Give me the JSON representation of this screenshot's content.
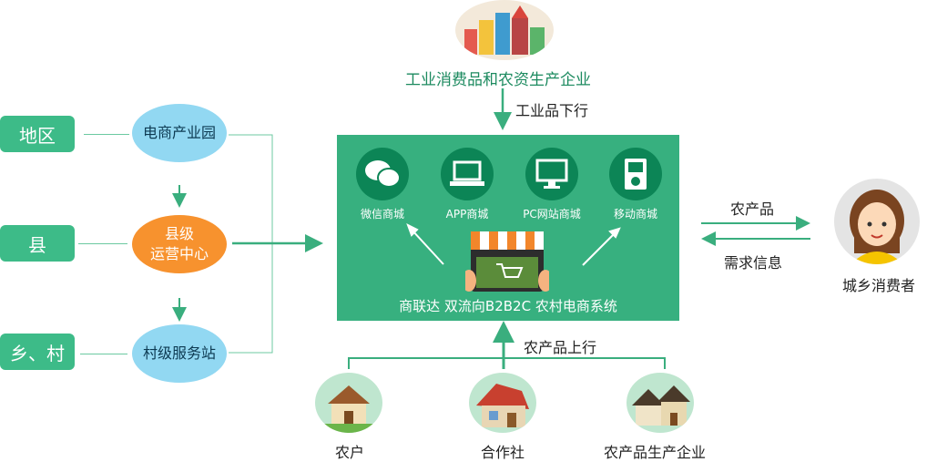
{
  "levels": [
    {
      "label": "地区"
    },
    {
      "label": "县"
    },
    {
      "label": "乡、村"
    }
  ],
  "nodes": [
    {
      "label": "电商产业园"
    },
    {
      "label": "县级\n运营中心",
      "line1": "县级",
      "line2": "运营中心"
    },
    {
      "label": "村级服务站"
    }
  ],
  "top": {
    "title": "工业消费品和农资生产企业",
    "arrow_label": "工业品下行"
  },
  "system": {
    "title": "商联达 双流向B2B2C 农村电商系统",
    "channels": [
      {
        "label": "微信商城",
        "icon": "wechat-icon"
      },
      {
        "label": "APP商城",
        "icon": "laptop-icon"
      },
      {
        "label": "PC网站商城",
        "icon": "monitor-icon"
      },
      {
        "label": "移动商城",
        "icon": "mobile-icon"
      }
    ]
  },
  "right": {
    "out_label": "农产品",
    "in_label": "需求信息",
    "consumer": "城乡消费者"
  },
  "bottom": {
    "arrow_label": "农产品上行",
    "sources": [
      {
        "label": "农户"
      },
      {
        "label": "合作社"
      },
      {
        "label": "农产品生产企业"
      }
    ]
  },
  "colors": {
    "green": "#37b07f",
    "box": "#3dbb88",
    "ellipse": "#92d8f2",
    "orange": "#f7922e"
  }
}
